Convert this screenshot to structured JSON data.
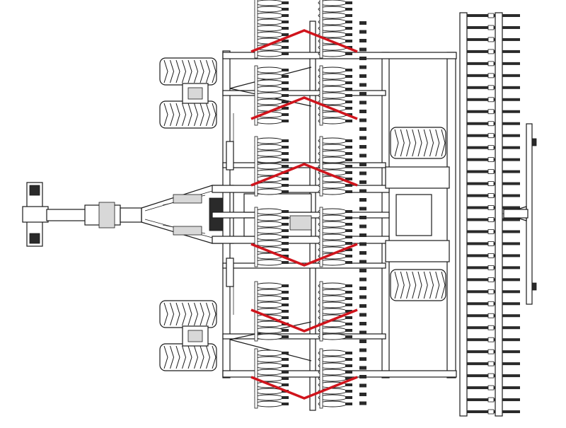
{
  "colors": {
    "line": "#1a1a1a",
    "accent": "#d0141c",
    "background": "#ffffff"
  },
  "discs": {
    "rows": 6,
    "per_row": 9
  },
  "tines": {
    "per_column": 34
  }
}
